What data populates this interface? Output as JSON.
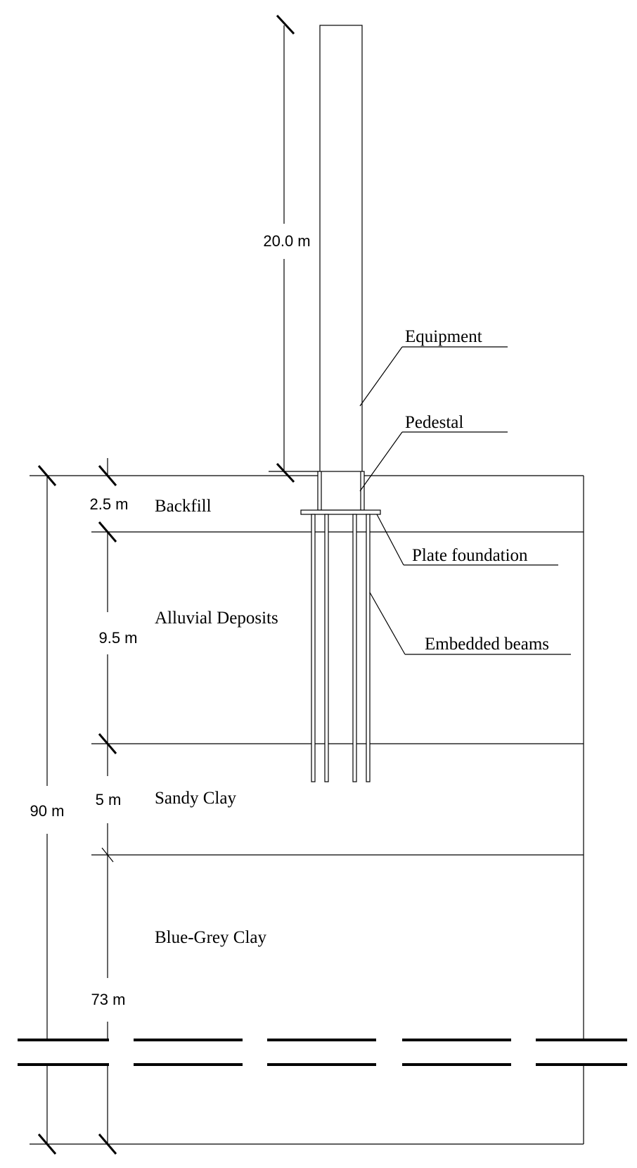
{
  "dimensions": {
    "equipment_height": "20.0 m",
    "total_depth": "90 m",
    "backfill_thickness": "2.5 m",
    "alluvial_thickness": "9.5 m",
    "sandy_clay_thickness": "5 m",
    "blue_grey_clay_thickness": "73 m"
  },
  "layers": {
    "backfill": "Backfill",
    "alluvial": "Alluvial Deposits",
    "sandy_clay": "Sandy Clay",
    "blue_grey_clay": "Blue-Grey Clay"
  },
  "callouts": {
    "equipment": "Equipment",
    "pedestal": "Pedestal",
    "plate_foundation": "Plate foundation",
    "embedded_beams": "Embedded beams"
  }
}
